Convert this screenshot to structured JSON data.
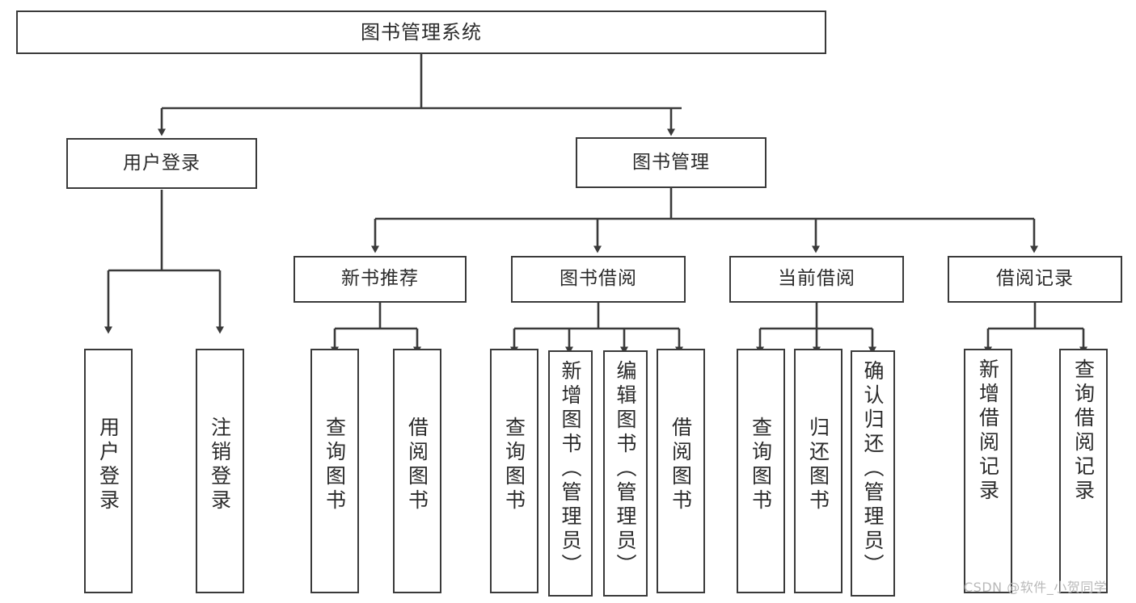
{
  "diagram": {
    "type": "tree",
    "title": "图书管理系统",
    "root": {
      "label": "图书管理系统"
    },
    "level2": [
      {
        "label": "用户登录"
      },
      {
        "label": "图书管理"
      }
    ],
    "level3": [
      {
        "label": "新书推荐"
      },
      {
        "label": "图书借阅"
      },
      {
        "label": "当前借阅"
      },
      {
        "label": "借阅记录"
      }
    ],
    "leaves": [
      {
        "label": "用户登录",
        "parent": "用户登录"
      },
      {
        "label": "注销登录",
        "parent": "用户登录"
      },
      {
        "label": "查询图书",
        "parent": "新书推荐"
      },
      {
        "label": "借阅图书",
        "parent": "新书推荐"
      },
      {
        "label": "查询图书",
        "parent": "图书借阅"
      },
      {
        "label": "新增图书（管理员）",
        "parent": "图书借阅"
      },
      {
        "label": "编辑图书（管理员）",
        "parent": "图书借阅"
      },
      {
        "label": "借阅图书",
        "parent": "图书借阅"
      },
      {
        "label": "查询图书",
        "parent": "当前借阅"
      },
      {
        "label": "归还图书",
        "parent": "当前借阅"
      },
      {
        "label": "确认归还（管理员）",
        "parent": "当前借阅"
      },
      {
        "label": "新增借阅记录",
        "parent": "借阅记录"
      },
      {
        "label": "查询借阅记录",
        "parent": "借阅记录"
      }
    ]
  },
  "watermark": {
    "text": "CSDN @软件_小贺同学"
  },
  "colors": {
    "stroke": "#3a3a3a",
    "text": "#2b2b2b",
    "background": "#ffffff",
    "watermark": "#b9b9b9"
  }
}
